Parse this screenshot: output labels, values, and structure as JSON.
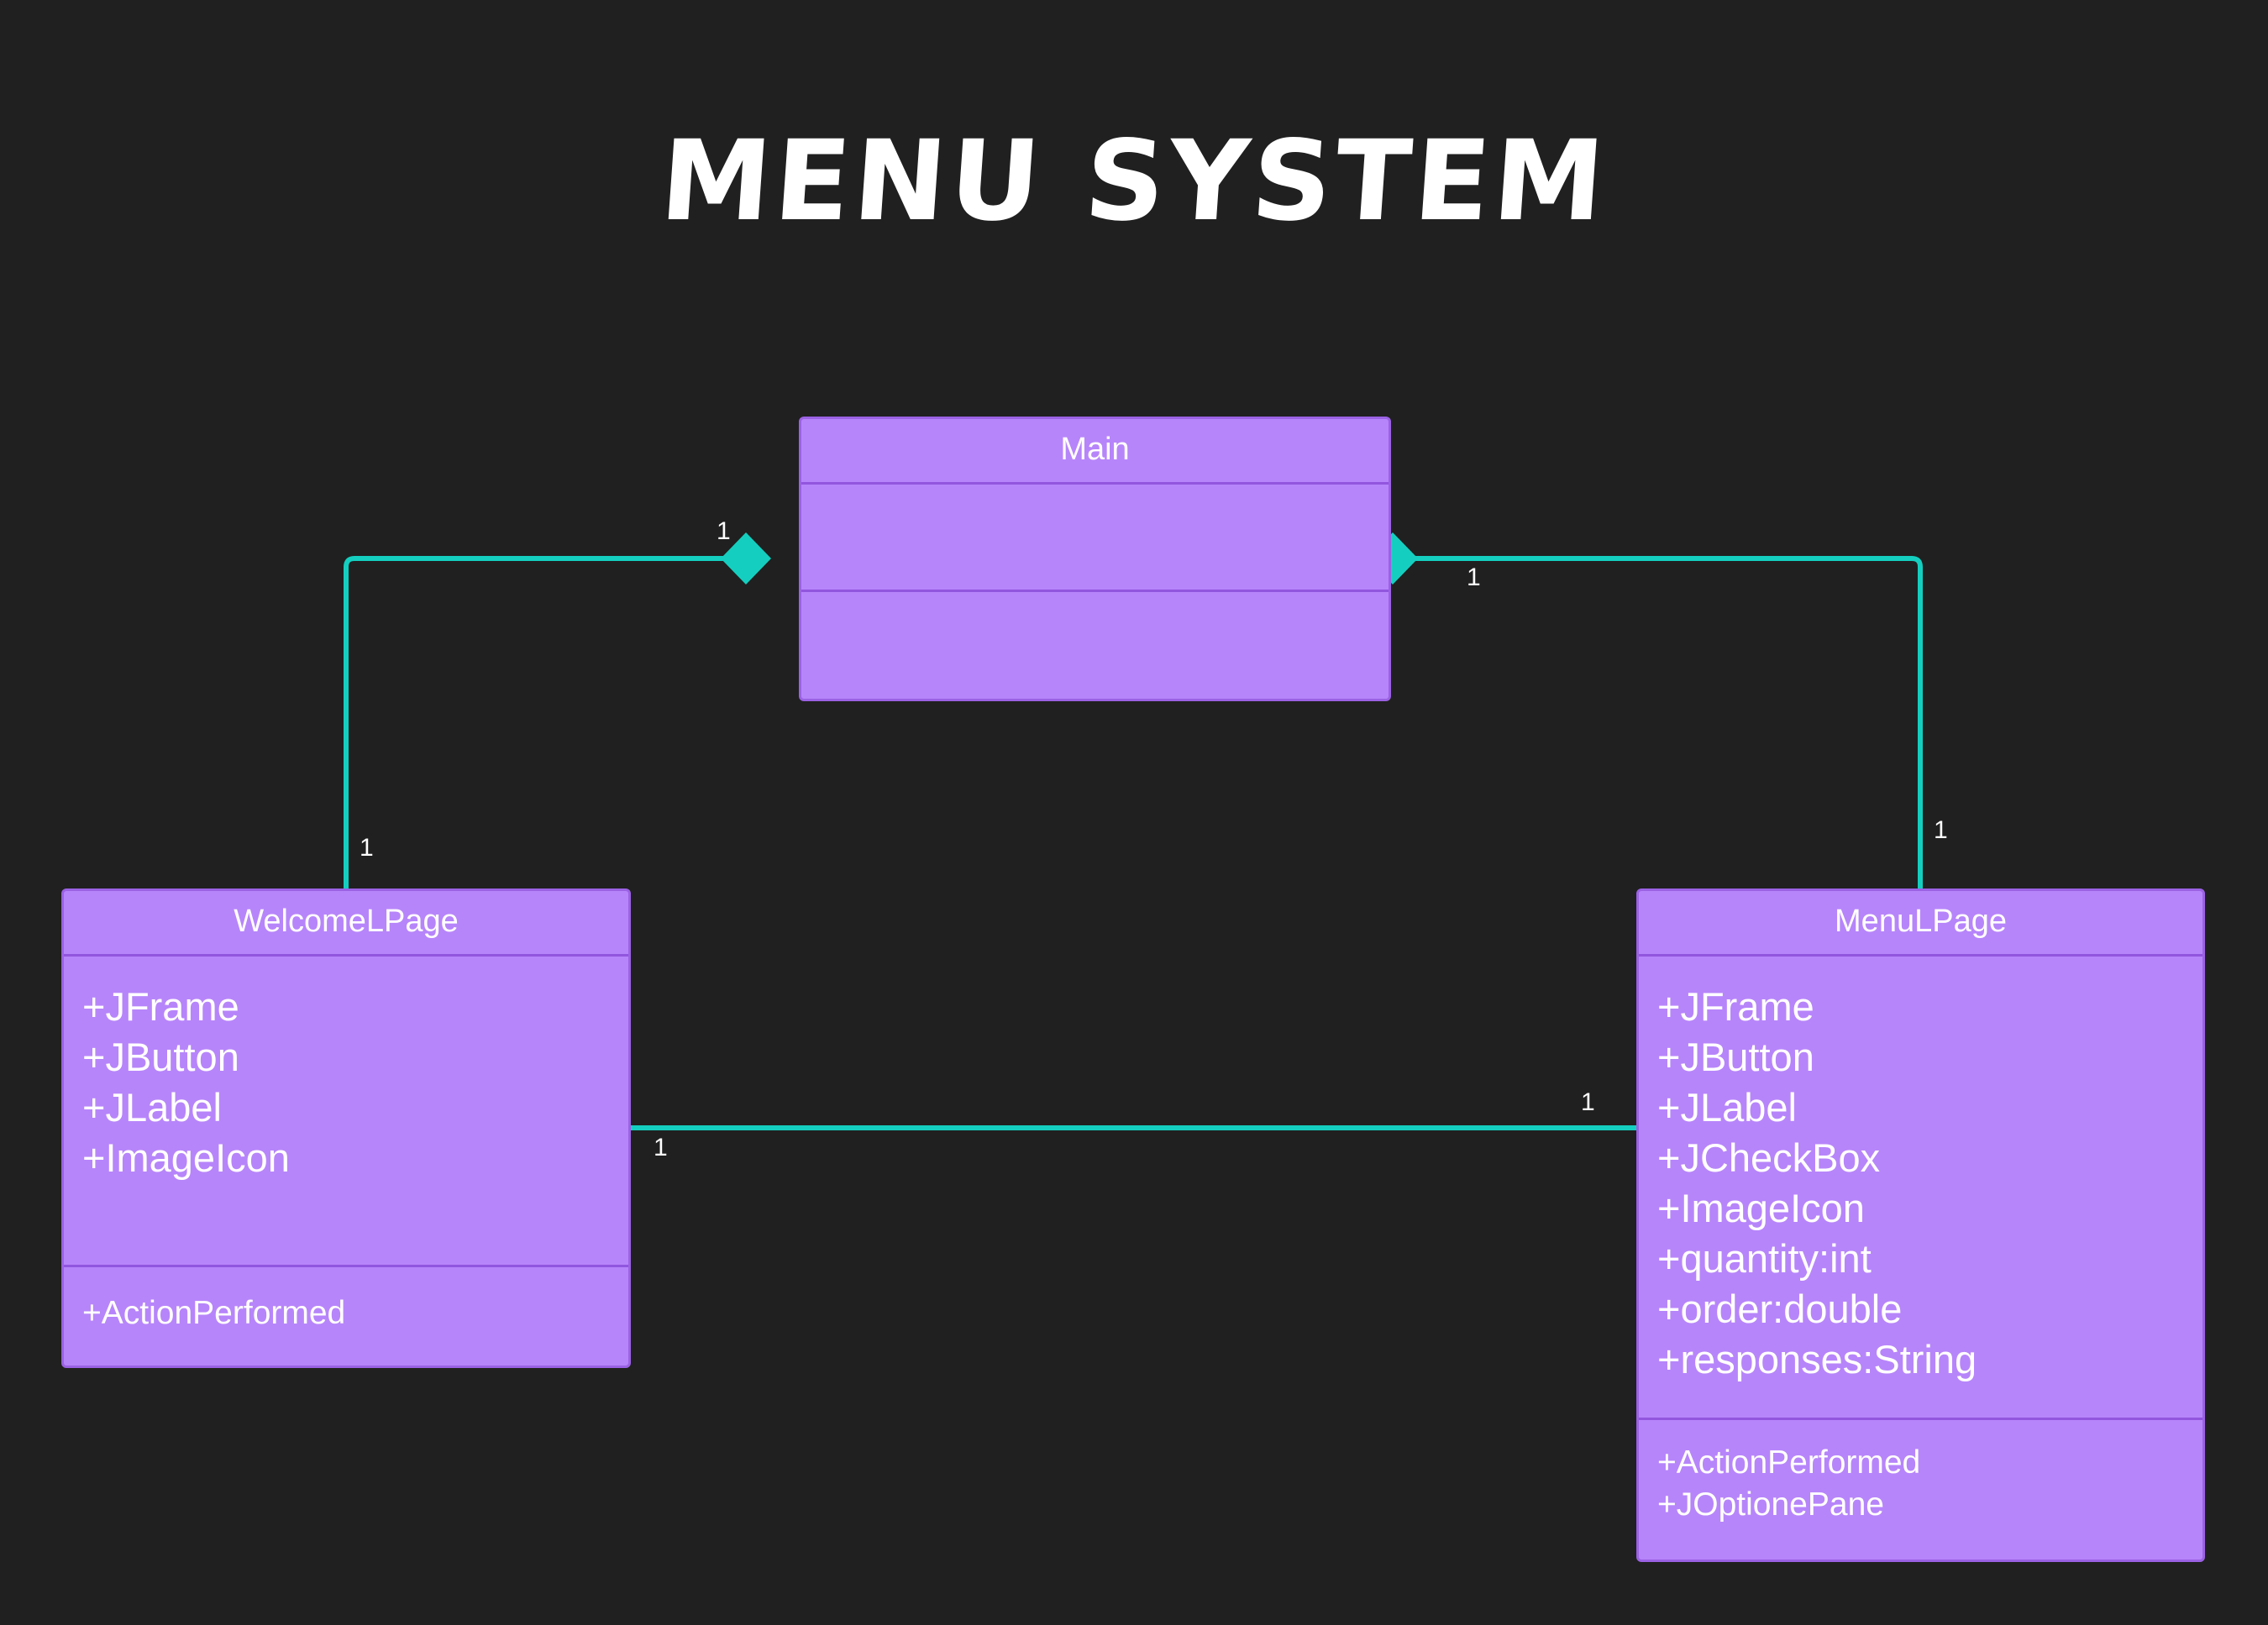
{
  "title": "MENU SYSTEM",
  "colors": {
    "background": "#202020",
    "class_fill": "#b785fa",
    "class_border": "#9b62e4",
    "connector": "#14cfbf",
    "text": "#ffffff"
  },
  "classes": {
    "main": {
      "name": "Main",
      "attributes": [],
      "methods": []
    },
    "welcome": {
      "name": "WelcomeLPage",
      "attributes": [
        "+JFrame",
        "+JButton",
        "+JLabel",
        "+ImageIcon"
      ],
      "methods": [
        "+ActionPerformed"
      ]
    },
    "menu": {
      "name": "MenuLPage",
      "attributes": [
        "+JFrame",
        "+JButton",
        "+JLabel",
        "+JCheckBox",
        "+ImageIcon",
        "+quantity:int",
        "+order:double",
        "+responses:String"
      ],
      "methods": [
        "+ActionPerformed",
        "+JOptionePane"
      ]
    }
  },
  "relationships": [
    {
      "from": "main",
      "to": "welcome",
      "kind": "composition",
      "from_multiplicity": "1",
      "to_multiplicity": "1"
    },
    {
      "from": "main",
      "to": "menu",
      "kind": "composition",
      "from_multiplicity": "1",
      "to_multiplicity": "1"
    },
    {
      "from": "welcome",
      "to": "menu",
      "kind": "association",
      "from_multiplicity": "1",
      "to_multiplicity": "1"
    }
  ]
}
